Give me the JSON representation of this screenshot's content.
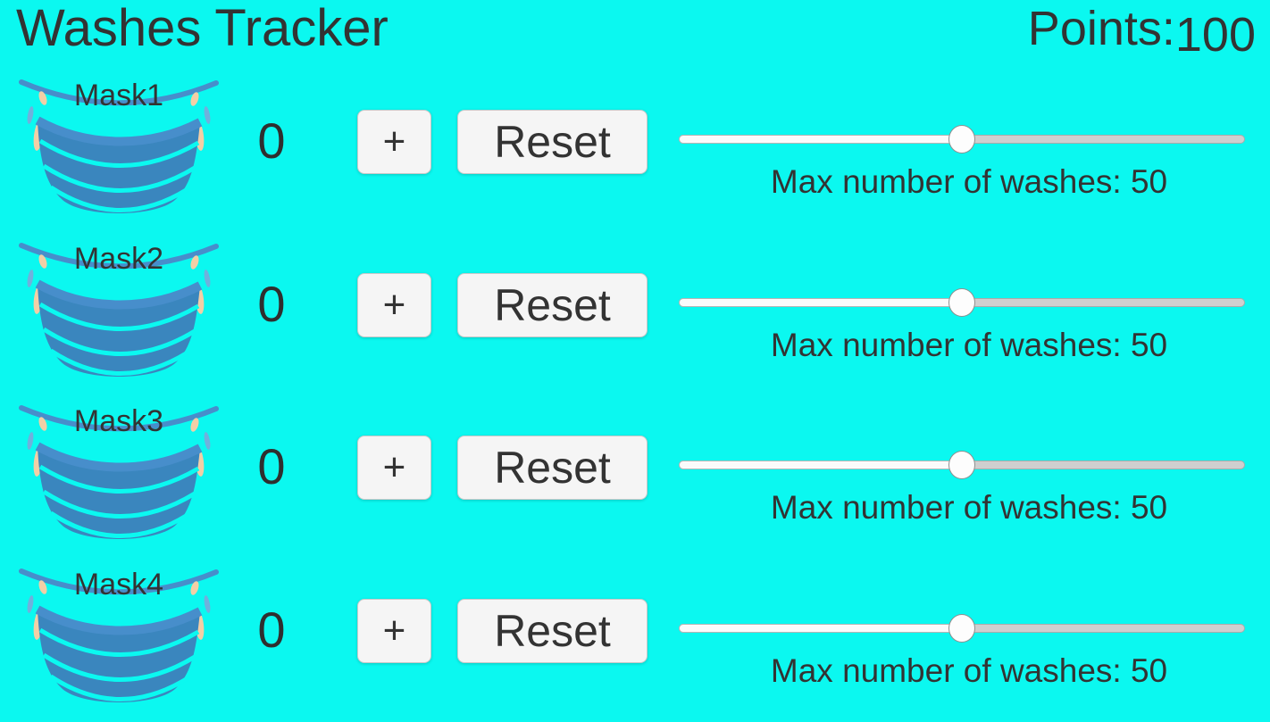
{
  "app": {
    "title": "Washes Tracker",
    "points_label": "Points:",
    "points_value": "100"
  },
  "icons": {
    "mask": "surgical-mask-icon"
  },
  "colors": {
    "background": "#0bf8f0",
    "text": "#333333",
    "mask_body": "#3a86be",
    "mask_strap": "#478ecb",
    "mask_ear_skin": "#f2cfa6",
    "button_background": "#f5f5f5",
    "slider_track": "#cfcfcf",
    "slider_fill": "#fbfbfb",
    "slider_thumb": "#fdfdfd"
  },
  "rows": [
    {
      "label": "Mask1",
      "count": "0",
      "plus": "+",
      "reset": "Reset",
      "max_label": "Max number of washes: 50",
      "slider_percent": 50
    },
    {
      "label": "Mask2",
      "count": "0",
      "plus": "+",
      "reset": "Reset",
      "max_label": "Max number of washes: 50",
      "slider_percent": 50
    },
    {
      "label": "Mask3",
      "count": "0",
      "plus": "+",
      "reset": "Reset",
      "max_label": "Max number of washes: 50",
      "slider_percent": 50
    },
    {
      "label": "Mask4",
      "count": "0",
      "plus": "+",
      "reset": "Reset",
      "max_label": "Max number of washes: 50",
      "slider_percent": 50
    }
  ]
}
